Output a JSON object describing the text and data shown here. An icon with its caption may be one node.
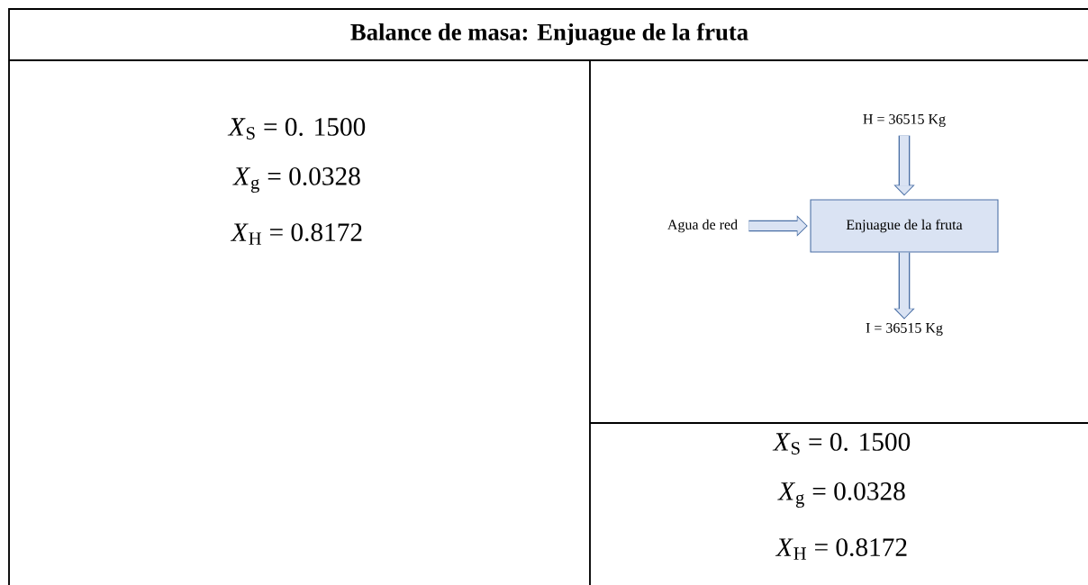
{
  "diagram": {
    "title": "Balance de masa: Enjuague de la fruta",
    "nodes": [
      {
        "text": [
          "Agua de red"
        ]
      },
      {
        "text": [
          "H = 36515 Kg"
        ]
      },
      {
        "text": [
          "Enjuague de la fruta"
        ]
      },
      {
        "text": [
          "I = 36515 Kg"
        ]
      }
    ],
    "edges": [
      {
        "from": 0,
        "to": 2,
        "arrow": "to"
      },
      {
        "from": 1,
        "to": 2,
        "arrow": "to"
      },
      {
        "from": 2,
        "to": 3,
        "arrow": "to"
      }
    ],
    "labels": [
      "*X*$_{S}$ = 0. 1500",
      "*X*$_{g}$ = 0.0328",
      "*X*$_{H}$ = 0.8172",
      "*X*$_{S}$ = 0. 1500",
      "*X*$_{g}$ = 0.0328",
      "*X*$_{H}$ = 0.8172"
    ]
  }
}
